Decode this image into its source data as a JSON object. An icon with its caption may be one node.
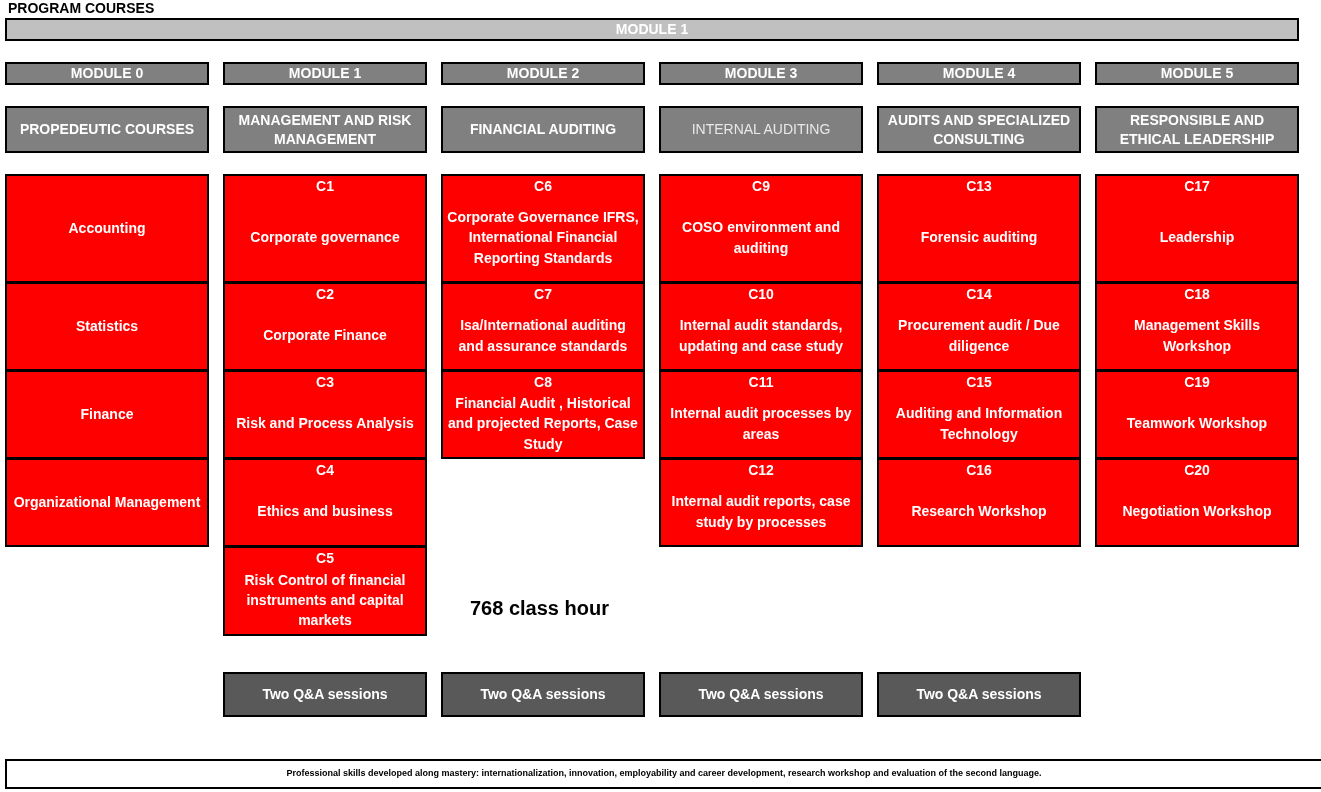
{
  "diagram": {
    "title": "PROGRAM COURSES",
    "nodes": [
      {
        "text": [
          "MODULE 1"
        ]
      },
      {
        "text": [
          "MODULE 0"
        ]
      },
      {
        "text": [
          "MODULE 1"
        ]
      },
      {
        "text": [
          "MODULE 2"
        ]
      },
      {
        "text": [
          "MODULE 3"
        ]
      },
      {
        "text": [
          "MODULE 4"
        ]
      },
      {
        "text": [
          "MODULE 5"
        ]
      },
      {
        "text": [
          "PROPEDEUTIC COURSES"
        ]
      },
      {
        "text": [
          "MANAGEMENT AND RISK MANAGEMENT"
        ]
      },
      {
        "text": [
          "FINANCIAL AUDITING"
        ]
      },
      {
        "text": [
          "INTERNAL AUDITING"
        ]
      },
      {
        "text": [
          "AUDITS AND SPECIALIZED CONSULTING"
        ]
      },
      {
        "text": [
          "RESPONSIBLE AND ETHICAL LEADERSHIP"
        ]
      },
      {
        "text": [
          "Accounting"
        ]
      },
      {
        "text": [
          "Statistics"
        ]
      },
      {
        "text": [
          "Finance"
        ]
      },
      {
        "text": [
          "Organizational Management"
        ]
      },
      {
        "text": [
          "C1",
          "Corporate governance"
        ]
      },
      {
        "text": [
          "C2",
          "Corporate Finance"
        ]
      },
      {
        "text": [
          "C3",
          "Risk and Process Analysis"
        ]
      },
      {
        "text": [
          "C4",
          "Ethics and business"
        ]
      },
      {
        "text": [
          "C5",
          "Risk Control of financial instruments and capital markets"
        ]
      },
      {
        "text": [
          "C6",
          "Corporate Governance IFRS, International Financial Reporting Standards"
        ]
      },
      {
        "text": [
          "C7",
          "Isa/International auditing and assurance standards"
        ]
      },
      {
        "text": [
          "C8",
          "Financial Audit , Historical and projected  Reports, Case Study"
        ]
      },
      {
        "text": [
          "C9",
          "COSO environment and auditing"
        ]
      },
      {
        "text": [
          "C10",
          "Internal audit standards, updating and case study"
        ]
      },
      {
        "text": [
          "C11",
          "Internal audit processes by areas"
        ]
      },
      {
        "text": [
          "C12",
          "Internal audit reports, case study by processes"
        ]
      },
      {
        "text": [
          "C13",
          "Forensic auditing"
        ]
      },
      {
        "text": [
          "C14",
          "Procurement audit / Due diligence"
        ]
      },
      {
        "text": [
          "C15",
          "Auditing and Information Technology"
        ]
      },
      {
        "text": [
          "C16",
          "Research Workshop"
        ]
      },
      {
        "text": [
          "C17",
          "Leadership"
        ]
      },
      {
        "text": [
          "C18",
          "Management Skills Workshop"
        ]
      },
      {
        "text": [
          "C19",
          "Teamwork Workshop"
        ]
      },
      {
        "text": [
          "C20",
          "Negotiation Workshop"
        ]
      },
      {
        "text": [
          "Two Q&A sessions"
        ]
      },
      {
        "text": [
          "Two Q&A sessions"
        ]
      },
      {
        "text": [
          "Two Q&A sessions"
        ]
      },
      {
        "text": [
          "Two Q&A sessions"
        ]
      },
      {
        "text": [
          "Professional skills developed along mastery: internationalization, innovation, employability and career development, research workshop and evaluation  of the second language."
        ]
      }
    ],
    "labels": [
      "768 class hour"
    ]
  }
}
